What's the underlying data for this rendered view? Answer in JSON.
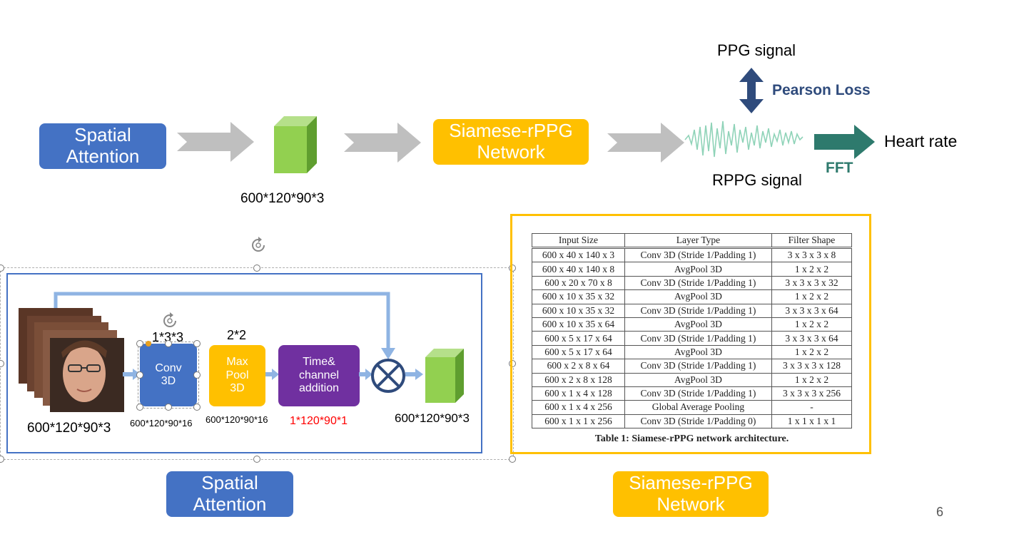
{
  "top_flow": {
    "spatial_attention": "Spatial\nAttention",
    "tensor_label": "600*120*90*3",
    "network": "Siamese-rPPG\nNetwork",
    "ppg_signal": "PPG signal",
    "pearson_loss": "Pearson Loss",
    "rppg_signal": "RPPG signal",
    "fft": "FFT",
    "heart_rate": "Heart rate"
  },
  "attention_module": {
    "input_label": "600*120*90*3",
    "conv_kernel": "1*3*3",
    "conv": "Conv\n3D",
    "conv_out": "600*120*90*16",
    "pool_kernel": "2*2",
    "pool": "Max\nPool\n3D",
    "pool_out": "600*120*90*16",
    "addition": "Time&\nchannel\naddition",
    "addition_out": "1*120*90*1",
    "output_label": "600*120*90*3",
    "caption_box": "Spatial\nAttention"
  },
  "network_table": {
    "headers": [
      "Input Size",
      "Layer Type",
      "Filter Shape"
    ],
    "rows": [
      [
        "600 x 40 x 140 x 3",
        "Conv 3D (Stride 1/Padding 1)",
        "3 x 3 x 3 x 8"
      ],
      [
        "600 x 40 x 140 x 8",
        "AvgPool 3D",
        "1 x 2 x 2"
      ],
      [
        "600 x 20 x 70 x 8",
        "Conv 3D (Stride 1/Padding 1)",
        "3 x 3 x 3 x 32"
      ],
      [
        "600 x 10 x 35 x 32",
        "AvgPool 3D",
        "1 x 2 x 2"
      ],
      [
        "600 x 10 x 35 x 32",
        "Conv 3D (Stride 1/Padding 1)",
        "3 x 3 x 3 x 64"
      ],
      [
        "600 x 10 x 35 x 64",
        "AvgPool 3D",
        "1 x 2 x 2"
      ],
      [
        "600 x 5 x 17 x 64",
        "Conv 3D (Stride 1/Padding 1)",
        "3 x 3 x 3 x 64"
      ],
      [
        "600 x 5 x 17 x 64",
        "AvgPool 3D",
        "1 x 2 x 2"
      ],
      [
        "600 x 2 x 8 x 64",
        "Conv 3D (Stride 1/Padding 1)",
        "3 x 3 x 3 x 128"
      ],
      [
        "600 x 2 x 8 x 128",
        "AvgPool 3D",
        "1 x 2 x 2"
      ],
      [
        "600 x 1 x 4 x 128",
        "Conv 3D (Stride 1/Padding 1)",
        "3 x 3 x 3 x 256"
      ],
      [
        "600 x 1 x 4 x 256",
        "Global Average Pooling",
        "-"
      ],
      [
        "600 x 1 x 1 x 256",
        "Conv 3D (Stride 1/Padding 0)",
        "1 x 1 x 1 x 1"
      ]
    ],
    "caption": "Table 1: Siamese-rPPG network architecture.",
    "caption_box": "Siamese-rPPG\nNetwork"
  },
  "page_number": "6",
  "colors": {
    "blue": "#4472c4",
    "gold": "#ffc000",
    "purple": "#7030a0",
    "green": "#92d050",
    "teal": "#2e7a6d",
    "navy": "#2f4b7c",
    "red": "#ff0000",
    "gray_arrow": "#bfbfbf"
  }
}
